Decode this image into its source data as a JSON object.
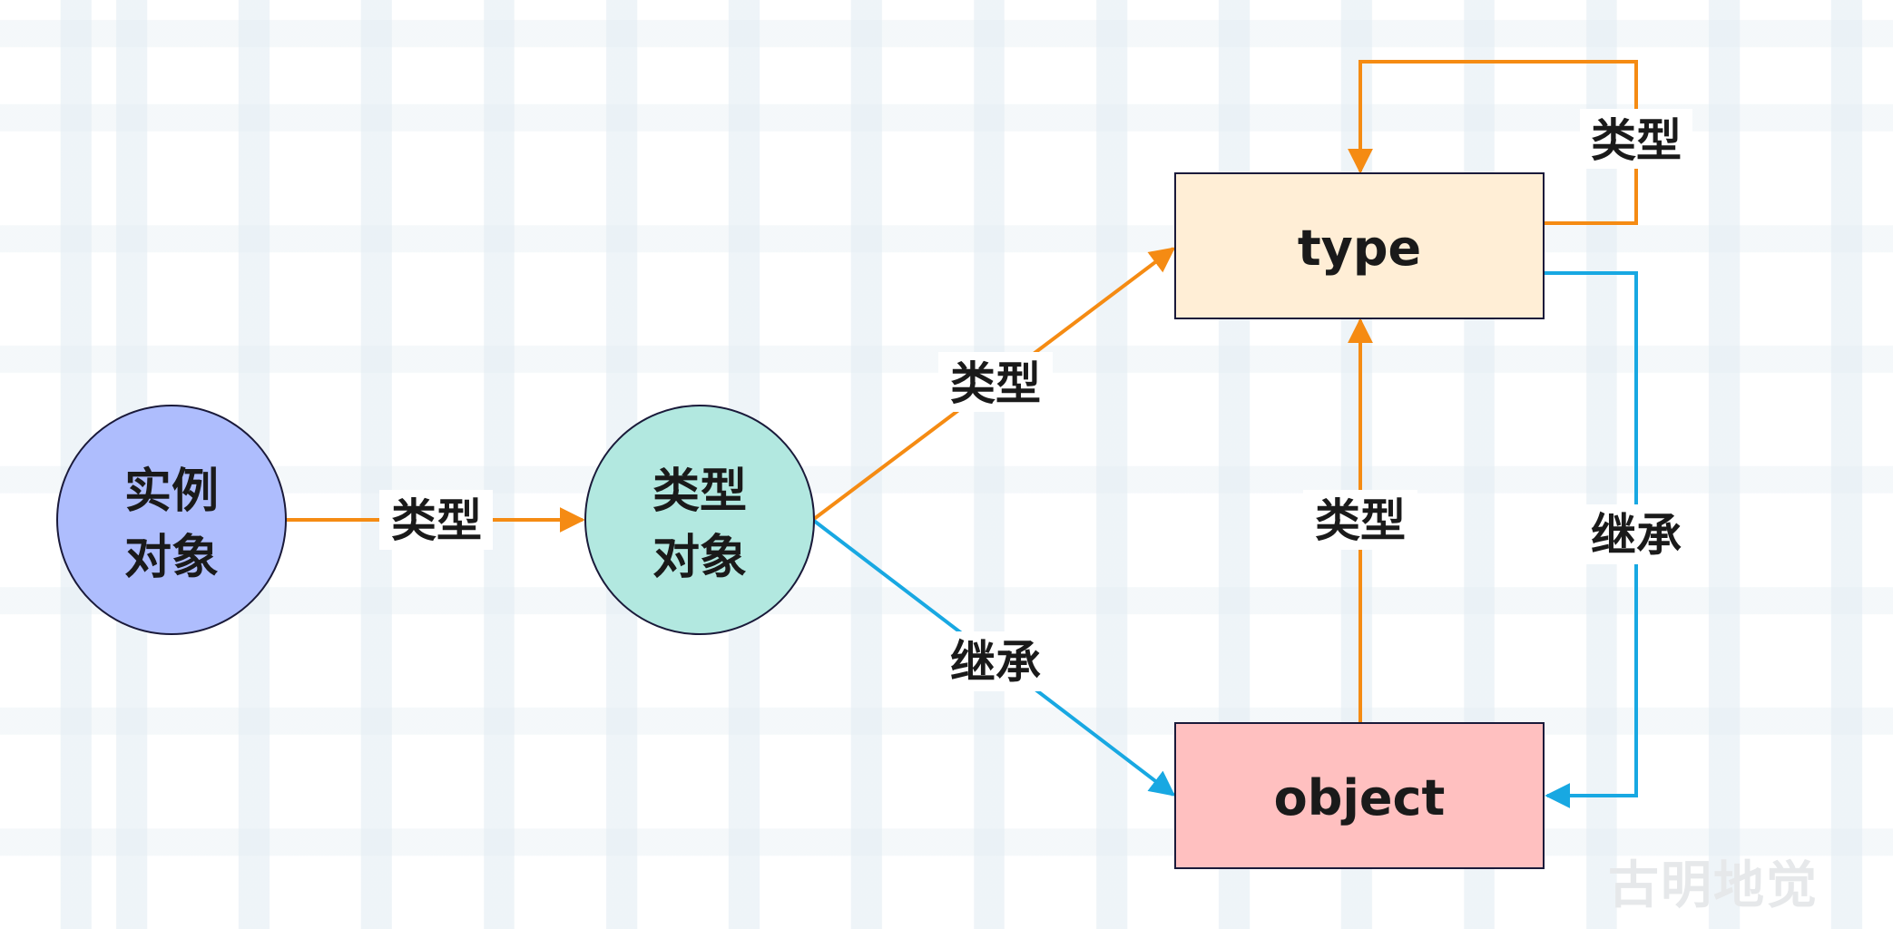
{
  "nodes": {
    "instance": {
      "line1": "实例",
      "line2": "对象",
      "fill": "#aebdfd"
    },
    "type_object": {
      "line1": "类型",
      "line2": "对象",
      "fill": "#b2e8e0"
    },
    "type": {
      "label": "type",
      "fill": "#ffeed6"
    },
    "object": {
      "label": "object",
      "fill": "#ffc0c0"
    }
  },
  "edges": {
    "instance_to_typeobj": {
      "label": "类型",
      "color": "#f58b13"
    },
    "typeobj_to_type": {
      "label": "类型",
      "color": "#f58b13"
    },
    "typeobj_to_object": {
      "label": "继承",
      "color": "#18a8e2"
    },
    "object_to_type": {
      "label": "类型",
      "color": "#f58b13"
    },
    "type_self": {
      "label": "类型",
      "color": "#f58b13"
    },
    "type_to_object": {
      "label": "继承",
      "color": "#18a8e2"
    }
  },
  "colors": {
    "type_relation": "#f58b13",
    "inherit_relation": "#18a8e2",
    "node_border": "#1a1a3a"
  },
  "watermark": "古明地觉"
}
